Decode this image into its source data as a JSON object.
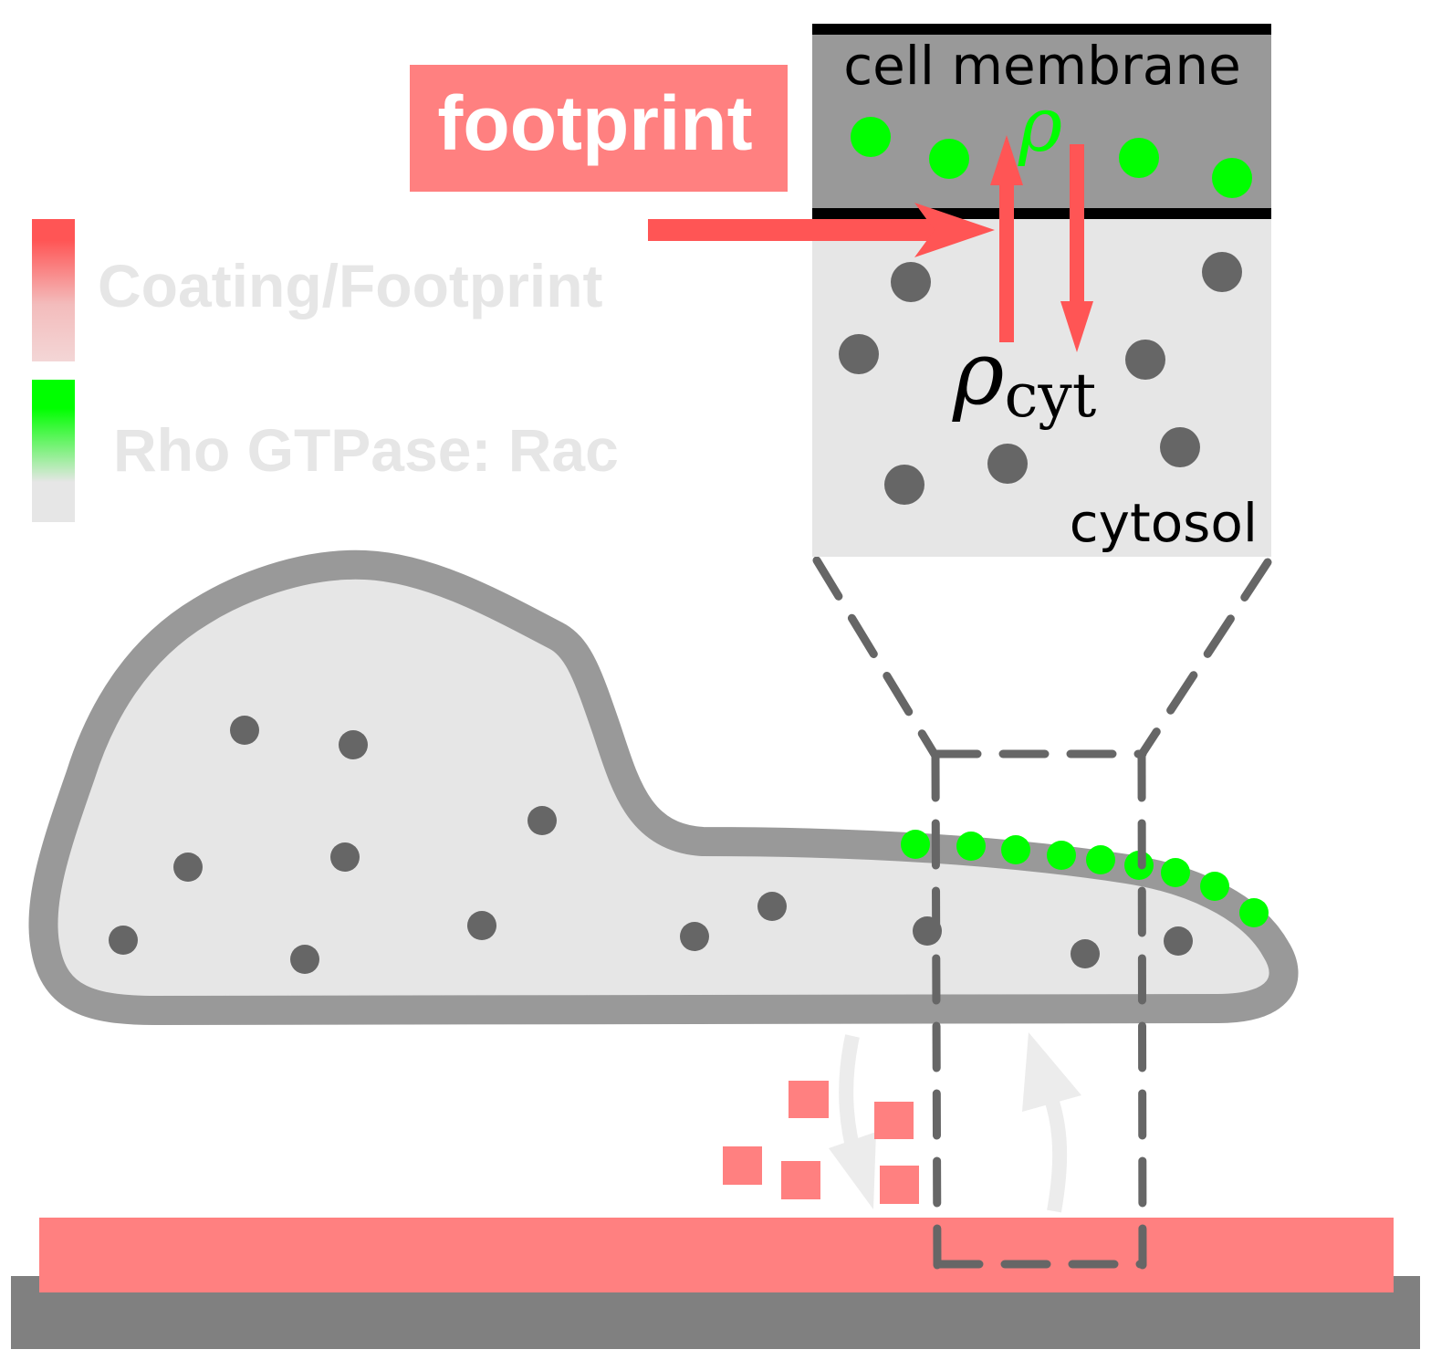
{
  "footprint_label": "footprint",
  "legend": {
    "coating": {
      "label": "Coating/Footprint",
      "color": "#ff5555",
      "fade": "#f3d6d6",
      "text_color": "#e6e6e6"
    },
    "rac": {
      "label": "Rho GTPase: Rac",
      "color": "#00ff00",
      "fade": "#e6e6e6",
      "text_color": "#e6e6e6"
    }
  },
  "inset": {
    "membrane_label": "cell membrane",
    "membrane_symbol": "ρ",
    "cytosol_symbol": "ρ",
    "cytosol_subscript": "cyt",
    "cytosol_label": "cytosol"
  },
  "colors": {
    "footprint": "#ff8080",
    "arrow": "#ff5555",
    "rac": "#00ff00",
    "membrane": "#999999",
    "cytosol": "#e6e6e6",
    "molecule": "#666666",
    "substrate": "#808080",
    "zoom_lines": "#666666",
    "exchange_arrows": "#ececec"
  }
}
